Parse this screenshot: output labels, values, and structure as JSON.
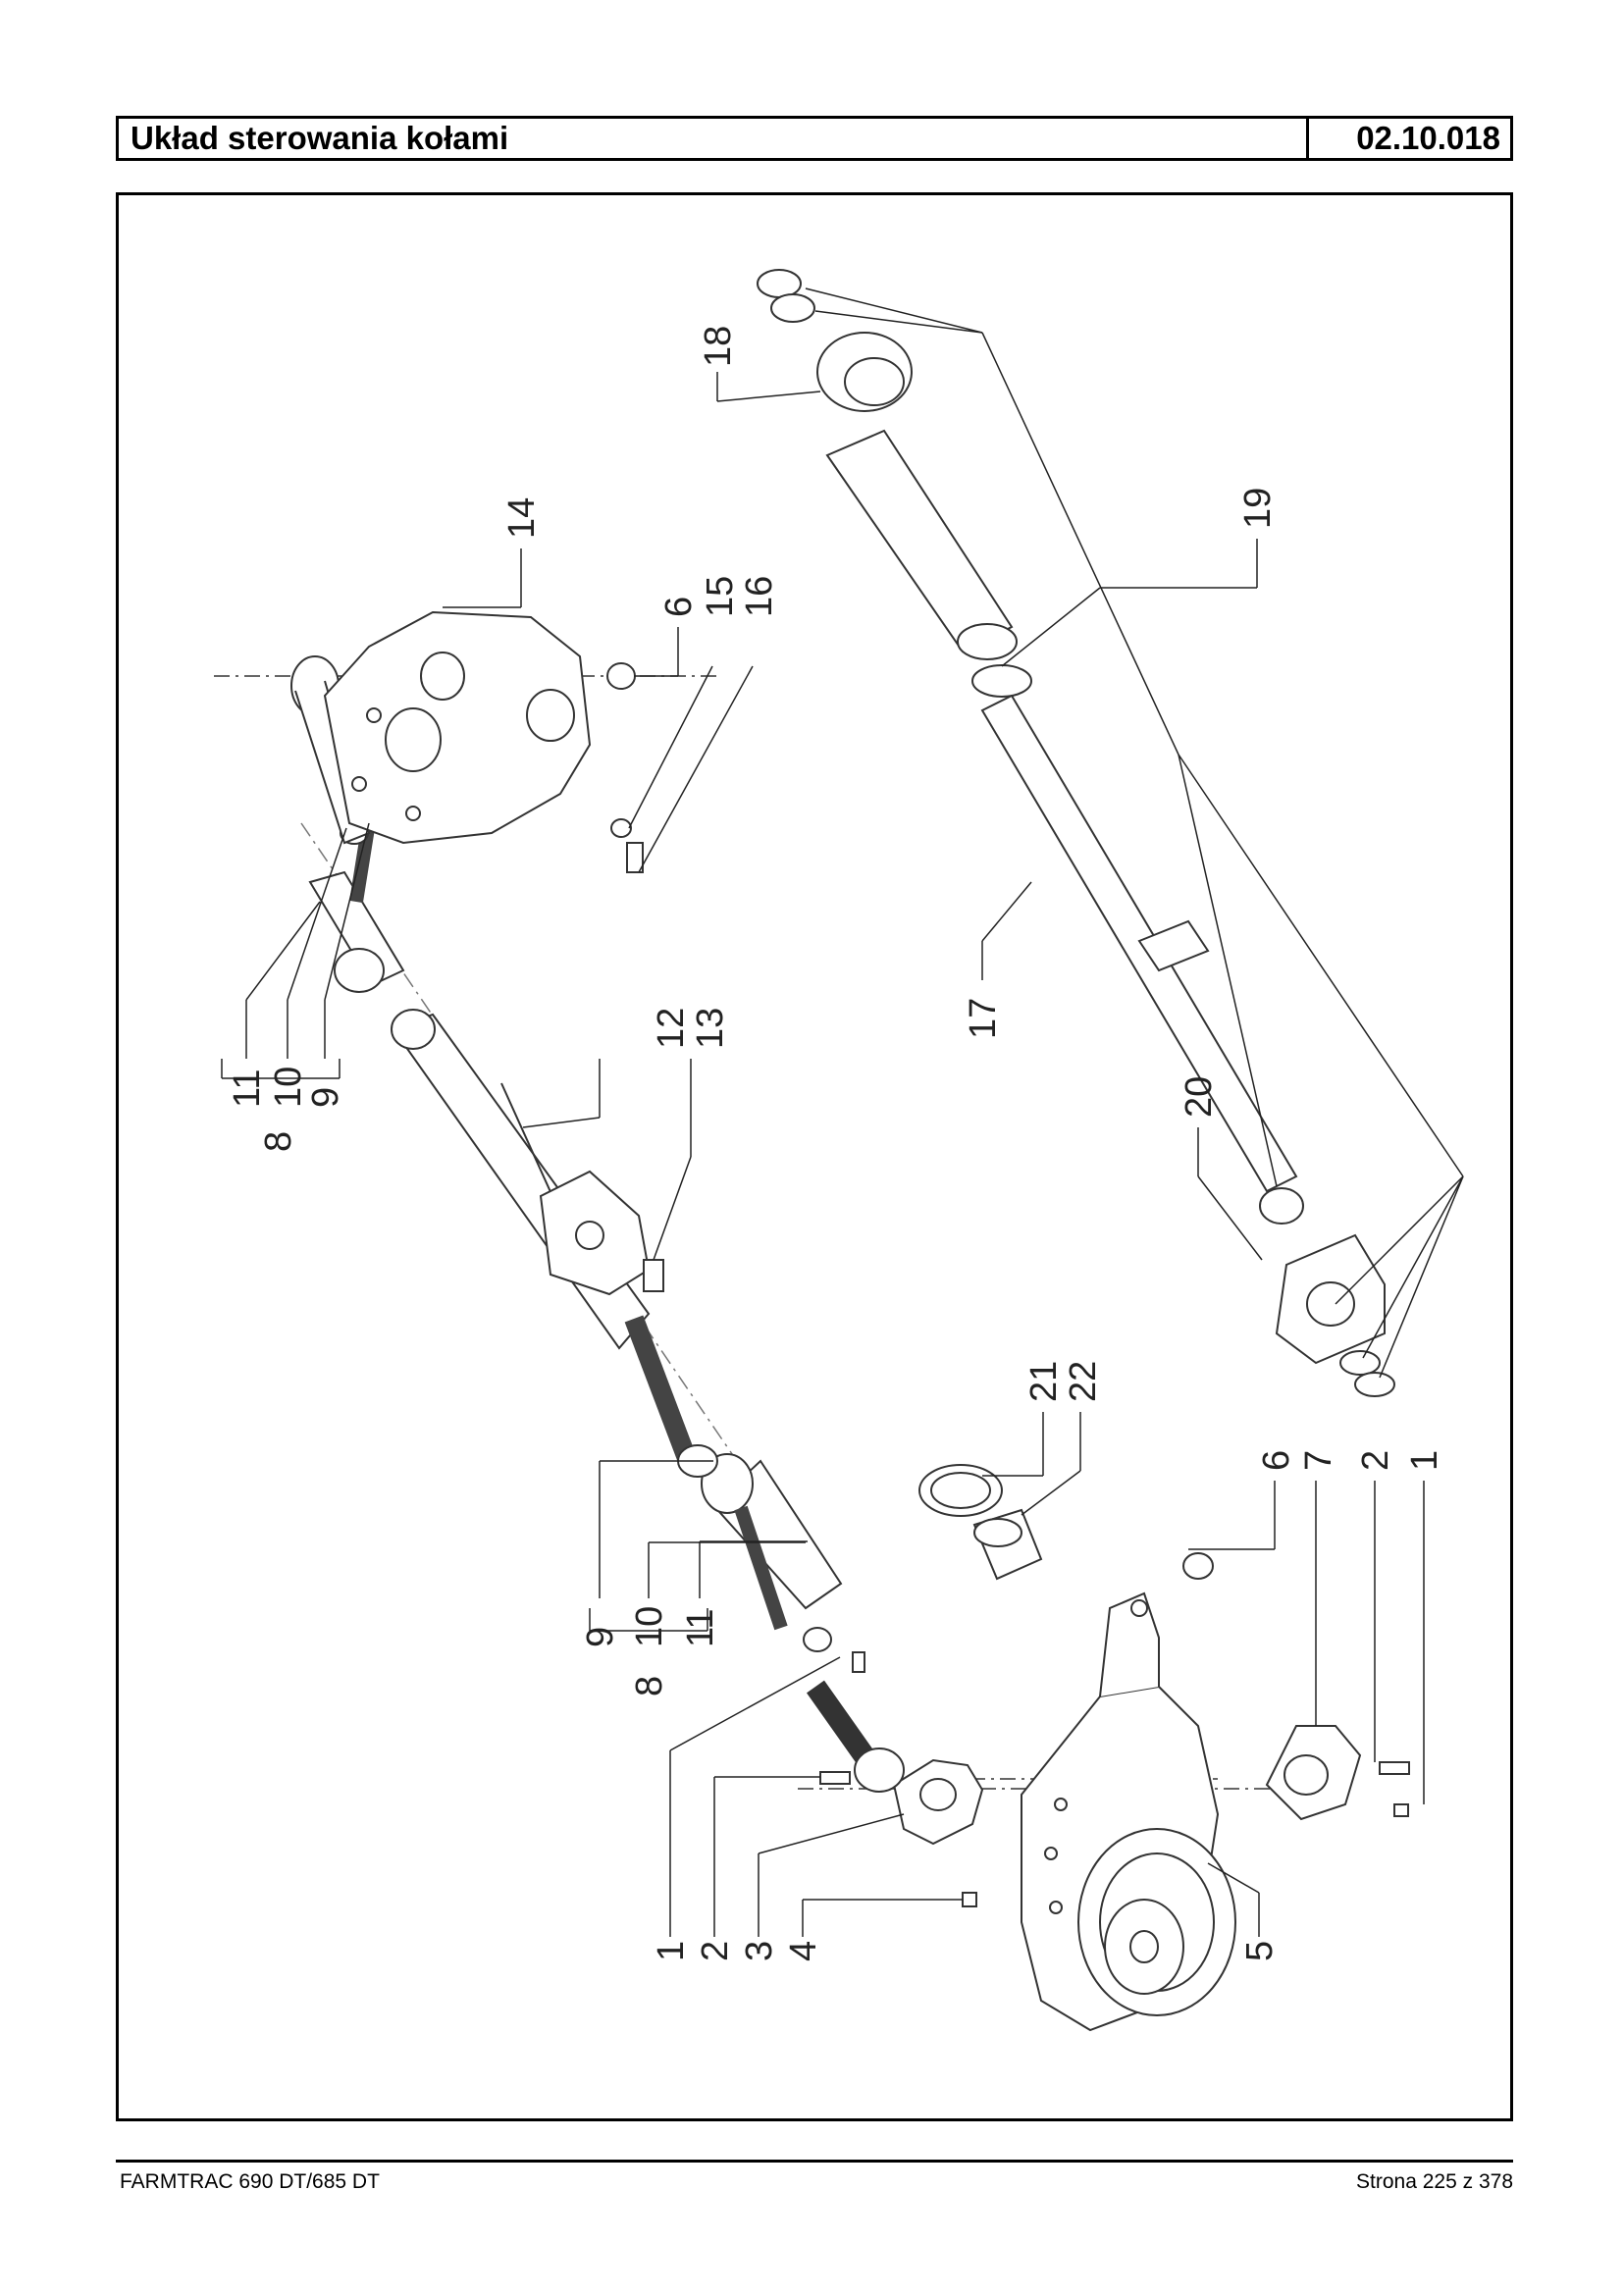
{
  "header": {
    "title": "Układ sterowania kołami",
    "code": "02.10.018"
  },
  "footer": {
    "model": "FARMTRAC 690 DT/685 DT",
    "page": "Strona 225 z 378"
  },
  "callouts": {
    "c1a": "1",
    "c2a": "2",
    "c3": "3",
    "c4": "4",
    "c5": "5",
    "c1b": "1",
    "c2b": "2",
    "c7": "7",
    "c6a": "6",
    "c8a": "8",
    "c9a": "9",
    "c10a": "10",
    "c11a": "11",
    "c21": "21",
    "c22": "22",
    "c12": "12",
    "c13": "13",
    "c8b": "8",
    "c9b": "9",
    "c10b": "10",
    "c11b": "11",
    "c14": "14",
    "c6b": "6",
    "c15": "15",
    "c16": "16",
    "c18": "18",
    "c19": "19",
    "c17": "17",
    "c20": "20"
  }
}
